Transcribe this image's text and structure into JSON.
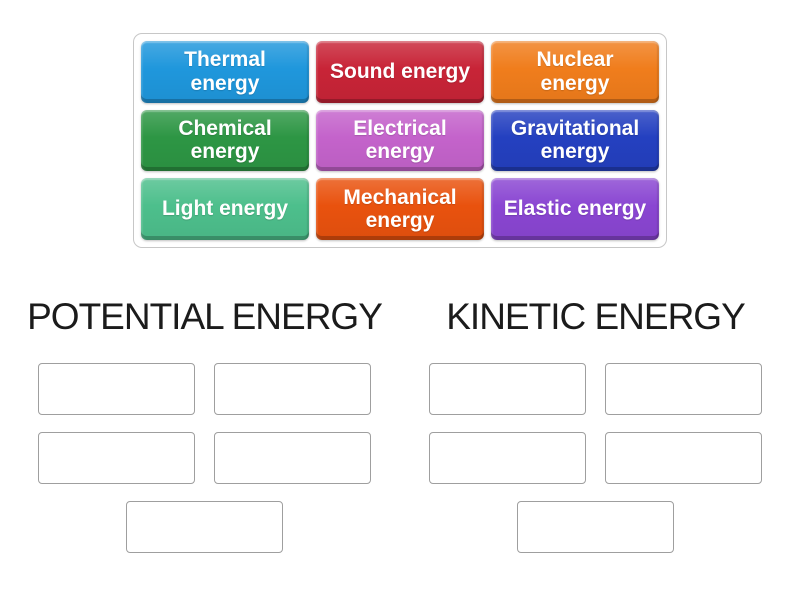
{
  "tile_bank": {
    "tiles": [
      {
        "label": "Thermal\nenergy",
        "color": "#1f97dc"
      },
      {
        "label": "Sound energy",
        "color": "#c82437"
      },
      {
        "label": "Nuclear\nenergy",
        "color": "#f07d1c"
      },
      {
        "label": "Chemical\nenergy",
        "color": "#2d9644"
      },
      {
        "label": "Electrical\nenergy",
        "color": "#c463cb"
      },
      {
        "label": "Gravitational\nenergy",
        "color": "#2440c0"
      },
      {
        "label": "Light energy",
        "color": "#4dbf8c"
      },
      {
        "label": "Mechanical\nenergy",
        "color": "#e9520e"
      },
      {
        "label": "Elastic energy",
        "color": "#8a46d2"
      }
    ],
    "tile_text_color": "#ffffff"
  },
  "groups": [
    {
      "title": "POTENTIAL ENERGY",
      "empty_slots": 5
    },
    {
      "title": "KINETIC ENERGY",
      "empty_slots": 5
    }
  ]
}
